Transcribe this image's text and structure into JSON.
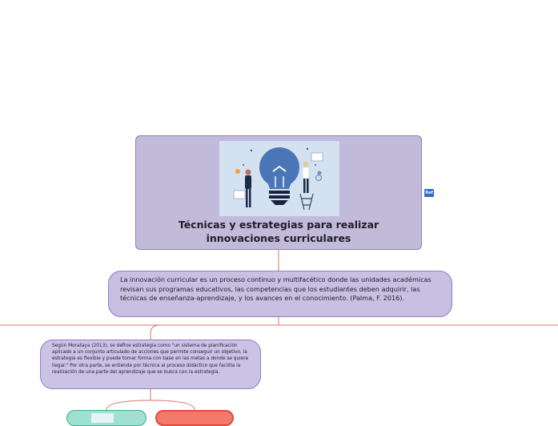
{
  "colors": {
    "root_fill": "#c2bad9",
    "root_border": "#8d7fc0",
    "node_fill": "#c8c0e2",
    "connector": "#e1706a",
    "teal_fill": "#9fe0d0",
    "teal_border": "#3fae94",
    "red_fill": "#f37a6b",
    "red_border": "#e24a3b",
    "badge": "#2f6bd0"
  },
  "root": {
    "title": "Técnicas y estrategias para realizar innovaciones curriculares",
    "illustration_icon": "lightbulb-people-illustration"
  },
  "reference_badge": {
    "label": "Ref",
    "icon": "reference-icon"
  },
  "definition": {
    "text": "La innovación curricular es un proceso continuo y multifacético donde las unidades académicas revisan sus programas educativos, las competencias que los estudiantes deben adquirir, las técnicas de enseñanza-aprendizaje, y los avances en el conocimiento. (Palma, F. 2016)."
  },
  "strategy": {
    "text": "Según Morataya (2013), se define estrategia como \"un sistema de planificación aplicado a un conjunto articulado de acciones que permite conseguir un objetivo, la estrategia es flexible y puede tomar forma con base en las metas a donde se quiere llegar.\" Por otra parte, se entiende por técnica al proceso didáctico que facilita la realización de una parte del aprendizaje que se busca con la estrategia."
  }
}
